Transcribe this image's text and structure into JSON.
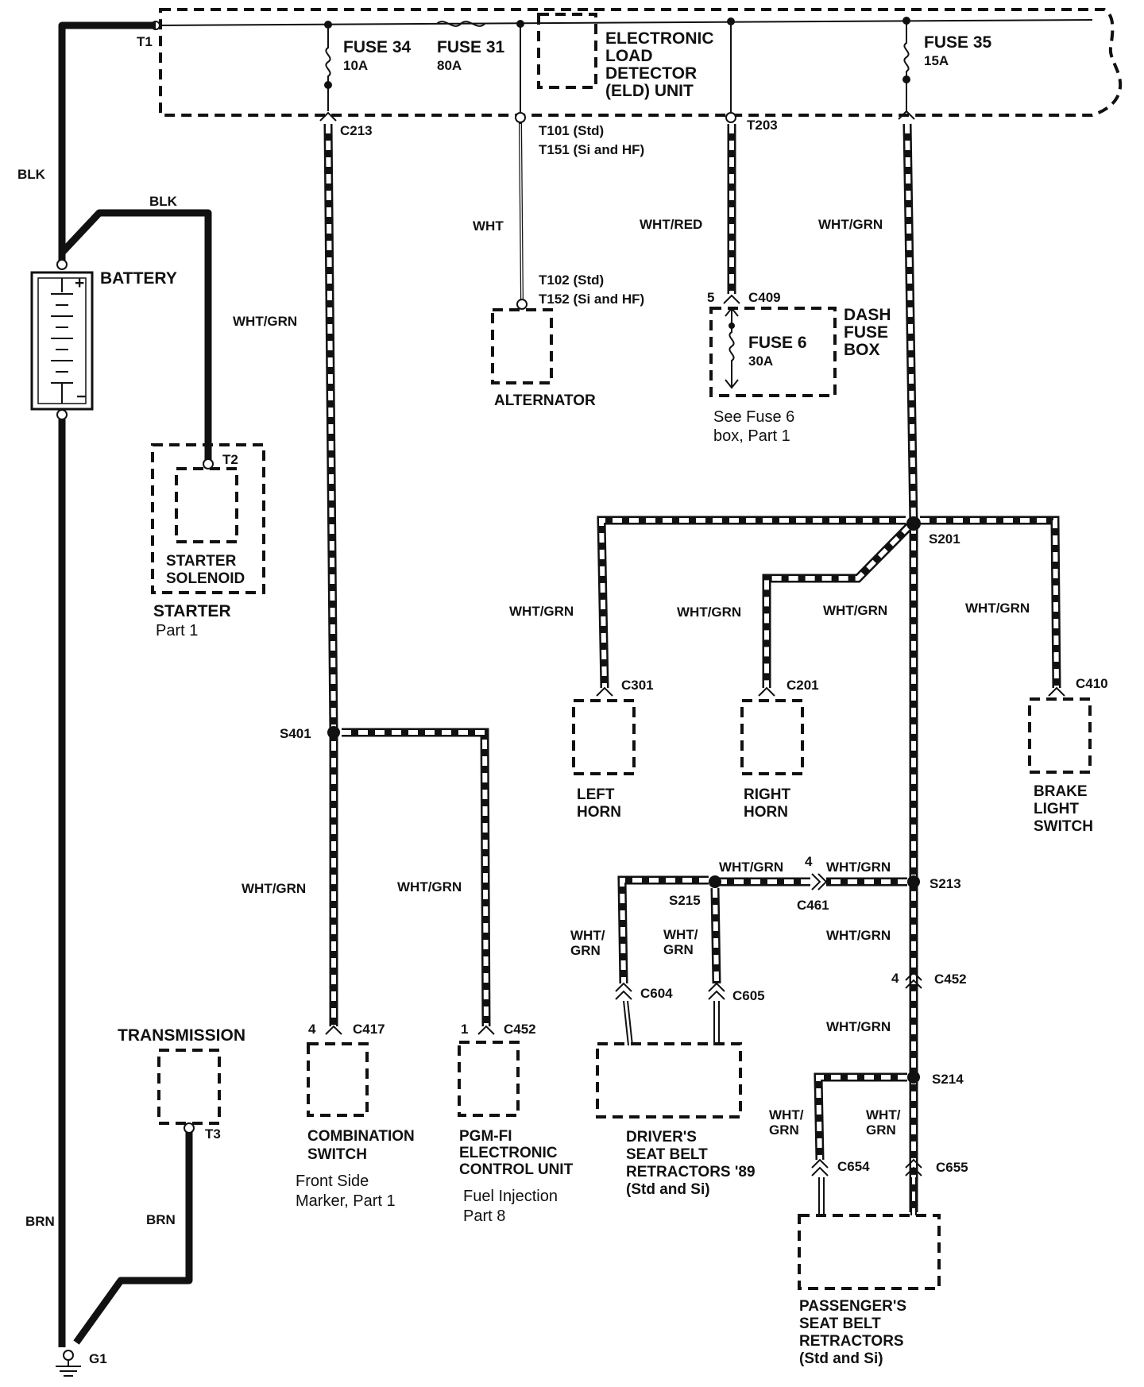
{
  "diagram": {
    "top_box": {
      "terminal": "T1",
      "fuse34": {
        "name": "FUSE 34",
        "rating": "10A"
      },
      "fuse31": {
        "name": "FUSE 31",
        "rating": "80A"
      },
      "eld": [
        "ELECTRONIC",
        "LOAD",
        "DETECTOR",
        "(ELD)  UNIT"
      ],
      "fuse35": {
        "name": "FUSE 35",
        "rating": "15A"
      }
    },
    "connectors": {
      "c213": "C213",
      "t101": "T101  (Std)",
      "t151": "T151  (Si and HF)",
      "t203": "T203",
      "t102": "T102  (Std)",
      "t152": "T152  (Si and HF)",
      "c409_pin": "5",
      "c409": "C409"
    },
    "wires": {
      "blk_main": "BLK",
      "blk_starter": "BLK",
      "wht": "WHT",
      "wht_red": "WHT/RED",
      "wht_grn_c213": "WHT/GRN",
      "wht_grn_fuse35": "WHT/GRN",
      "brn_left": "BRN",
      "brn_trans": "BRN"
    },
    "battery": {
      "label": "BATTERY",
      "plus": "+",
      "minus": "−"
    },
    "starter": {
      "terminal": "T2",
      "box": [
        "STARTER",
        "SOLENOID"
      ],
      "ref_title": "STARTER",
      "ref_part": "Part 1"
    },
    "alternator": "ALTERNATOR",
    "dash_fuse": {
      "fuse": "FUSE  6",
      "rating": "30A",
      "box": [
        "DASH",
        "FUSE",
        "BOX"
      ],
      "note": [
        "See Fuse 6",
        "box, Part 1"
      ]
    },
    "s201": {
      "splice": "S201",
      "wire_left": "WHT/GRN",
      "wire_right_horn": "WHT/GRN",
      "wire_trunk": "WHT/GRN",
      "wire_brake": "WHT/GRN",
      "c301": "C301",
      "c201": "C201",
      "c410": "C410",
      "left_horn": [
        "LEFT",
        "HORN"
      ],
      "right_horn": [
        "RIGHT",
        "HORN"
      ],
      "brake": [
        "BRAKE",
        "LIGHT",
        "SWITCH"
      ]
    },
    "s401": {
      "splice": "S401",
      "wire_left": "WHT/GRN",
      "wire_right": "WHT/GRN",
      "c417_pin": "4",
      "c417": "C417",
      "c452_pin": "1",
      "c452": "C452",
      "combo": [
        "COMBINATION",
        "SWITCH"
      ],
      "combo_ref": [
        "Front Side",
        "Marker, Part 1"
      ],
      "pgm": [
        "PGM-FI",
        "ELECTRONIC",
        "CONTROL UNIT"
      ],
      "pgm_ref": [
        "Fuel Injection",
        "Part 8"
      ]
    },
    "s213": {
      "splice": "S213",
      "s215": "S215",
      "wire_a": "WHT/GRN",
      "pin_a": "4",
      "wire_b": "WHT/GRN",
      "c461": "C461",
      "wire_down": "WHT/GRN",
      "c452_pin": "4",
      "c452": "C452",
      "wire_down2": "WHT/GRN",
      "s215_left": [
        "WHT/",
        "GRN"
      ],
      "s215_right": [
        "WHT/",
        "GRN"
      ],
      "c604": "C604",
      "c605": "C605",
      "driver": [
        "DRIVER'S",
        "SEAT BELT",
        "RETRACTORS  '89",
        "(Std and Si)"
      ]
    },
    "s214": {
      "splice": "S214",
      "left": [
        "WHT/",
        "GRN"
      ],
      "right": [
        "WHT/",
        "GRN"
      ],
      "c654": "C654",
      "c655": "C655",
      "passenger": [
        "PASSENGER'S",
        "SEAT BELT",
        "RETRACTORS",
        "(Std and Si)"
      ]
    },
    "transmission": {
      "label": "TRANSMISSION",
      "terminal": "T3"
    },
    "ground": "G1"
  }
}
